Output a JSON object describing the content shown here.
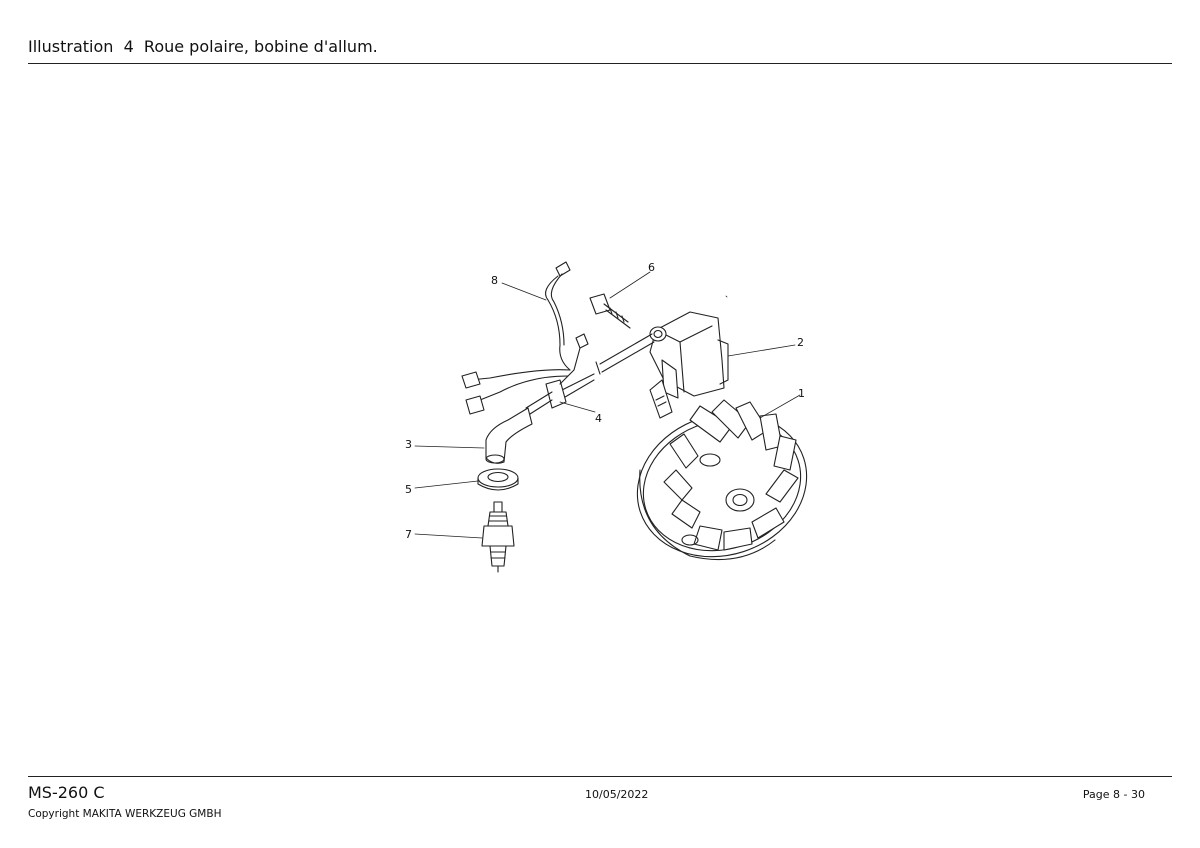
{
  "header": {
    "title": "Illustration  4  Roue polaire, bobine d'allum."
  },
  "diagram": {
    "callouts": {
      "c1": "1",
      "c2": "2",
      "c3": "3",
      "c4": "4",
      "c5": "5",
      "c6": "6",
      "c7": "7",
      "c8": "8"
    }
  },
  "footer": {
    "model": "MS-260 C",
    "copyright": "Copyright MAKITA WERKZEUG GMBH",
    "date": "10/05/2022",
    "page": "Page 8 - 30"
  }
}
